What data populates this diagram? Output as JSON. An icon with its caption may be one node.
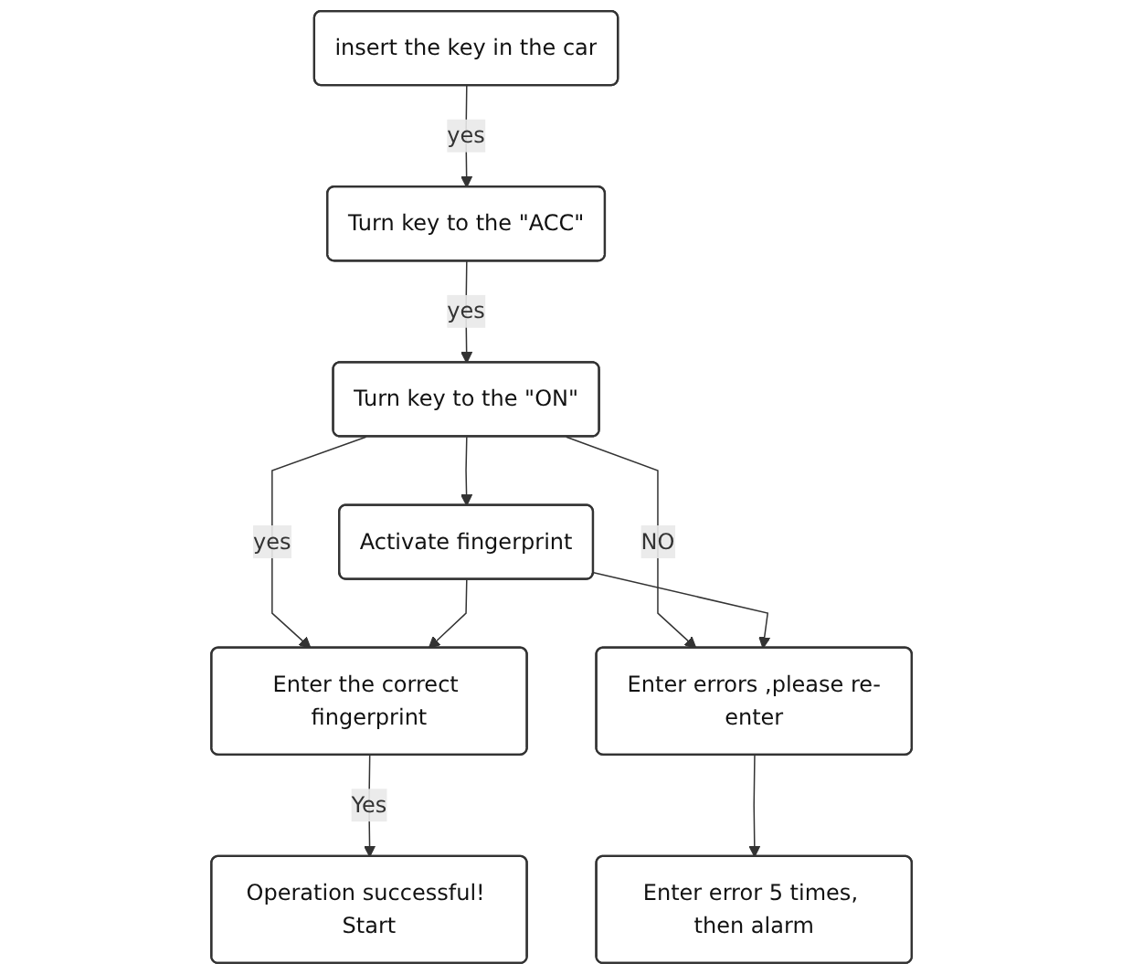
{
  "diagram": {
    "nodes": [
      {
        "text": [
          "insert the key in the car"
        ]
      },
      {
        "text": [
          "Turn key to the \"ACC\""
        ]
      },
      {
        "text": [
          "Turn key to the \"ON\""
        ]
      },
      {
        "text": [
          "Activate fingerprint"
        ]
      },
      {
        "text": [
          "Enter the correct fingerprint"
        ]
      },
      {
        "text": [
          "Enter errors ,please re-enter"
        ]
      },
      {
        "text": [
          "Enter error 5 times, then alarm"
        ]
      },
      {
        "text": [
          "Operation successful! Start"
        ]
      }
    ],
    "edges": [
      {
        "from": 0,
        "to": 1,
        "arrow": "to",
        "label": "yes"
      },
      {
        "from": 1,
        "to": 2,
        "arrow": "to",
        "label": "yes"
      },
      {
        "from": 2,
        "to": 3,
        "arrow": "to"
      },
      {
        "from": 2,
        "to": 4,
        "arrow": "to",
        "label": "yes"
      },
      {
        "from": 3,
        "to": 4,
        "arrow": "to"
      },
      {
        "from": 2,
        "to": 5,
        "arrow": "to",
        "label": "NO"
      },
      {
        "from": 3,
        "to": 5,
        "arrow": "to"
      },
      {
        "from": 5,
        "to": 6,
        "arrow": "to"
      },
      {
        "from": 4,
        "to": 7,
        "arrow": "to",
        "label": "Yes"
      }
    ]
  }
}
